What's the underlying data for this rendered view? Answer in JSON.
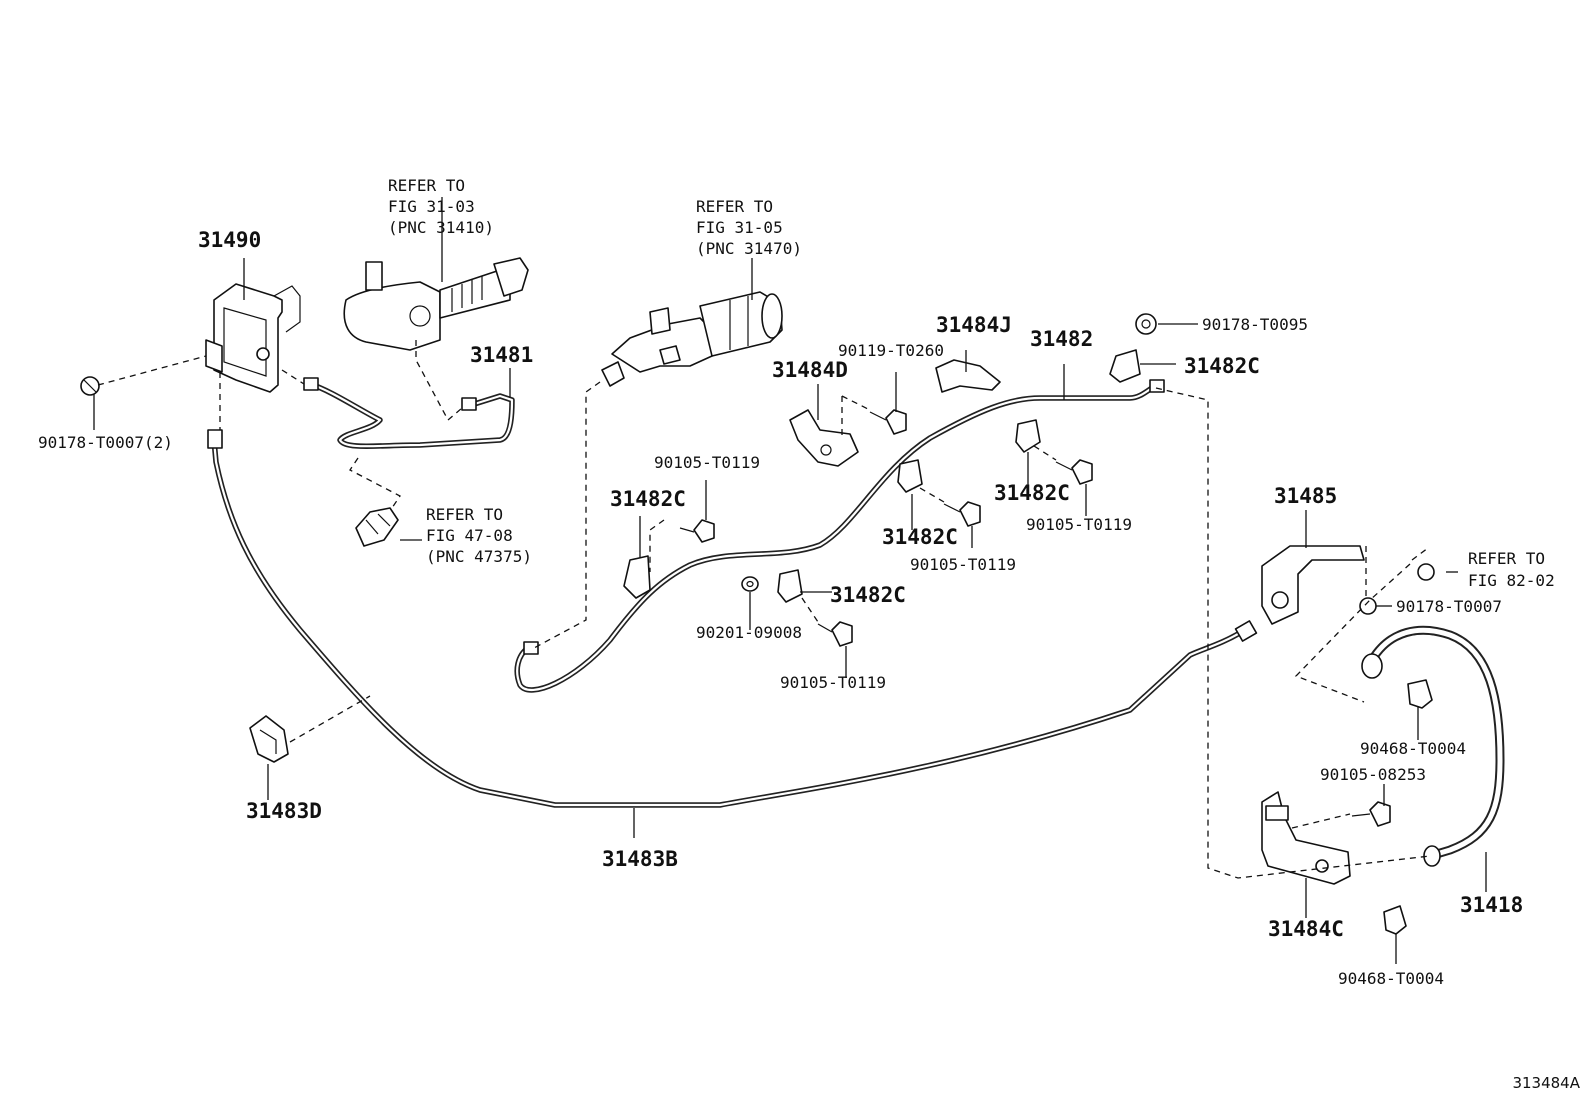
{
  "figure_id": "313484A",
  "references": {
    "fig_31_03": [
      "REFER TO",
      "FIG 31-03",
      "(PNC 31410)"
    ],
    "fig_31_05": [
      "REFER TO",
      "FIG 31-05",
      "(PNC 31470)"
    ],
    "fig_47_08": [
      "REFER TO",
      "FIG 47-08",
      "(PNC 47375)"
    ],
    "fig_82_02": [
      "REFER TO",
      "FIG 82-02"
    ]
  },
  "parts": {
    "p31490": "31490",
    "p31481": "31481",
    "p90178_t0007_2": "90178-T0007(2)",
    "p31483d": "31483D",
    "p31483b": "31483B",
    "p31484j": "31484J",
    "p31482": "31482",
    "p31484d": "31484D",
    "p90119_t0260": "90119-T0260",
    "p90105_t0119_a": "90105-T0119",
    "p31482c_a": "31482C",
    "p90178_t0095": "90178-T0095",
    "p31482c_b": "31482C",
    "p31482c_c": "31482C",
    "p90105_t0119_b": "90105-T0119",
    "p31482c_d": "31482C",
    "p90105_t0119_c": "90105-T0119",
    "p31482c_e": "31482C",
    "p90201_09008": "90201-09008",
    "p90105_t0119_d": "90105-T0119",
    "p31485": "31485",
    "p90178_t0007": "90178-T0007",
    "p90468_t0004_a": "90468-T0004",
    "p90105_08253": "90105-08253",
    "p31484c": "31484C",
    "p31418": "31418",
    "p90468_t0004_b": "90468-T0004"
  }
}
